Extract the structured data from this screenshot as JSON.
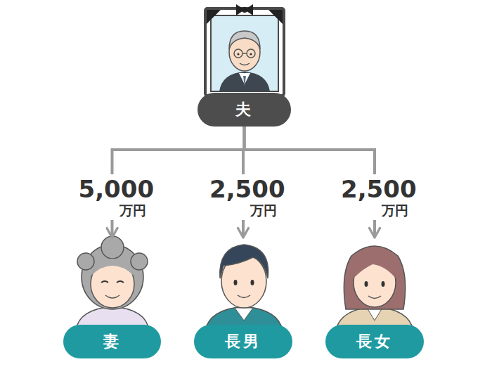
{
  "diagram": {
    "nodes": [
      {
        "text": [
          "夫"
        ]
      },
      {
        "text": [
          "妻"
        ]
      },
      {
        "text": [
          "長男"
        ]
      },
      {
        "text": [
          "長女"
        ]
      }
    ],
    "edges": [
      {
        "from": 0,
        "to": 1,
        "arrow": "to",
        "label": "5,000 万円"
      },
      {
        "from": 0,
        "to": 2,
        "arrow": "to",
        "label": "2,500 万円"
      },
      {
        "from": 0,
        "to": 3,
        "arrow": "to",
        "label": "2,500 万円"
      }
    ]
  }
}
